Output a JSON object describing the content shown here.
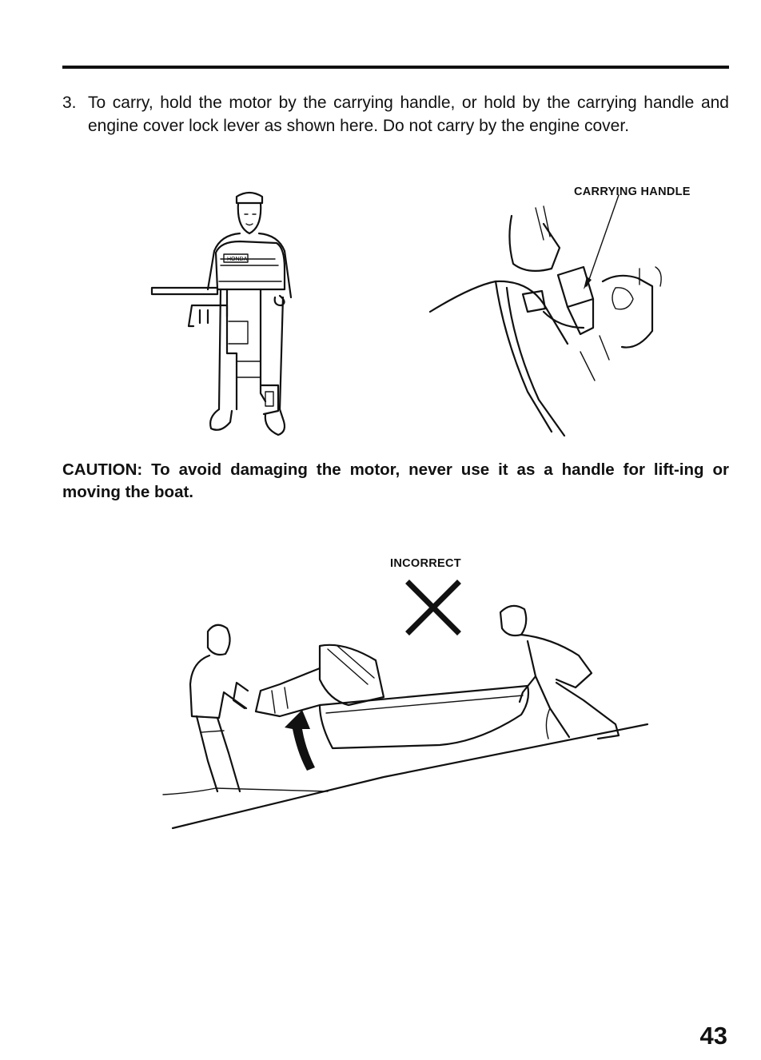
{
  "step": {
    "number": "3.",
    "text": "To carry, hold the motor by the carrying handle, or hold by the carrying handle and engine cover lock lever as shown here. Do not carry by the engine cover."
  },
  "labels": {
    "carrying_handle": "CARRYING HANDLE",
    "incorrect": "INCORRECT",
    "motor_brand": "HONDA"
  },
  "caution": {
    "text": "CAUTION: To avoid damaging the motor, never use it as a handle for lift-ing or moving the boat."
  },
  "page_number": "43"
}
